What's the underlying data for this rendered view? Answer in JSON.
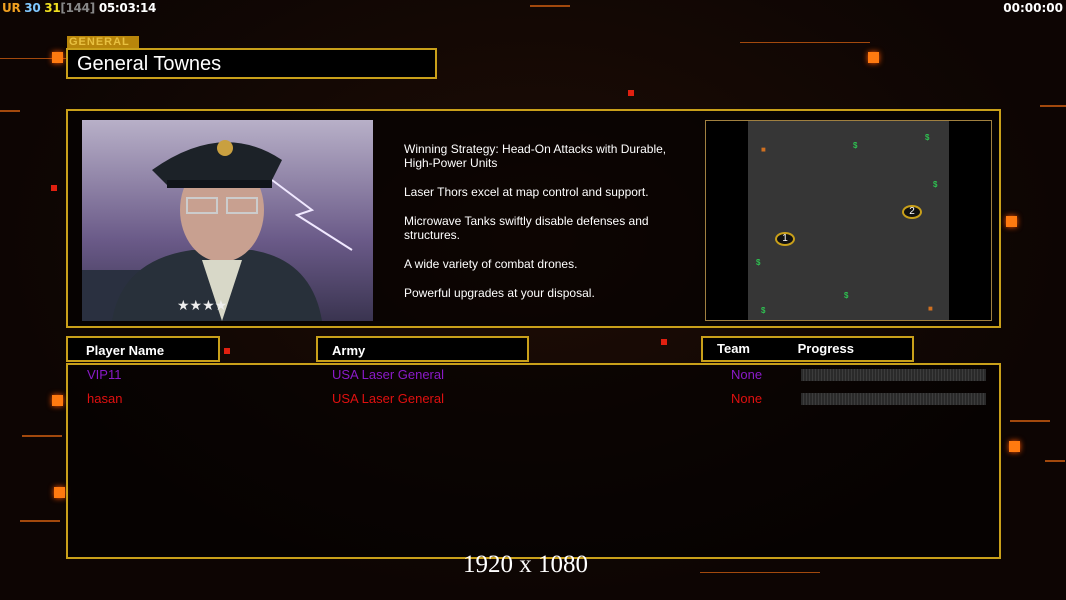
{
  "hud": {
    "ur": "UR",
    "a": "30",
    "b": "31",
    "c": "[144]",
    "time": "05:03:14",
    "right_time": "00:00:00"
  },
  "general": {
    "tag": "GENERAL",
    "name": "General Townes"
  },
  "description": [
    "Winning Strategy: Head-On Attacks with Durable,\n High-Power Units",
    "Laser Thors excel at map control and support.",
    "Microwave Tanks swiftly disable defenses and\n structures.",
    "A wide variety of combat drones.",
    "Powerful upgrades at your disposal."
  ],
  "map": {
    "start1": "1",
    "start2": "2",
    "supply": "$"
  },
  "headers": {
    "player": "Player Name",
    "army": "Army",
    "team": "Team",
    "progress": "Progress"
  },
  "players": [
    {
      "name": "VIP11",
      "army": "USA Laser General",
      "team": "None",
      "color": "#8a1ac8",
      "progress": 0
    },
    {
      "name": "hasan",
      "army": "USA Laser General",
      "team": "None",
      "color": "#e01010",
      "progress": 0
    }
  ],
  "resolution": "1920 x 1080"
}
